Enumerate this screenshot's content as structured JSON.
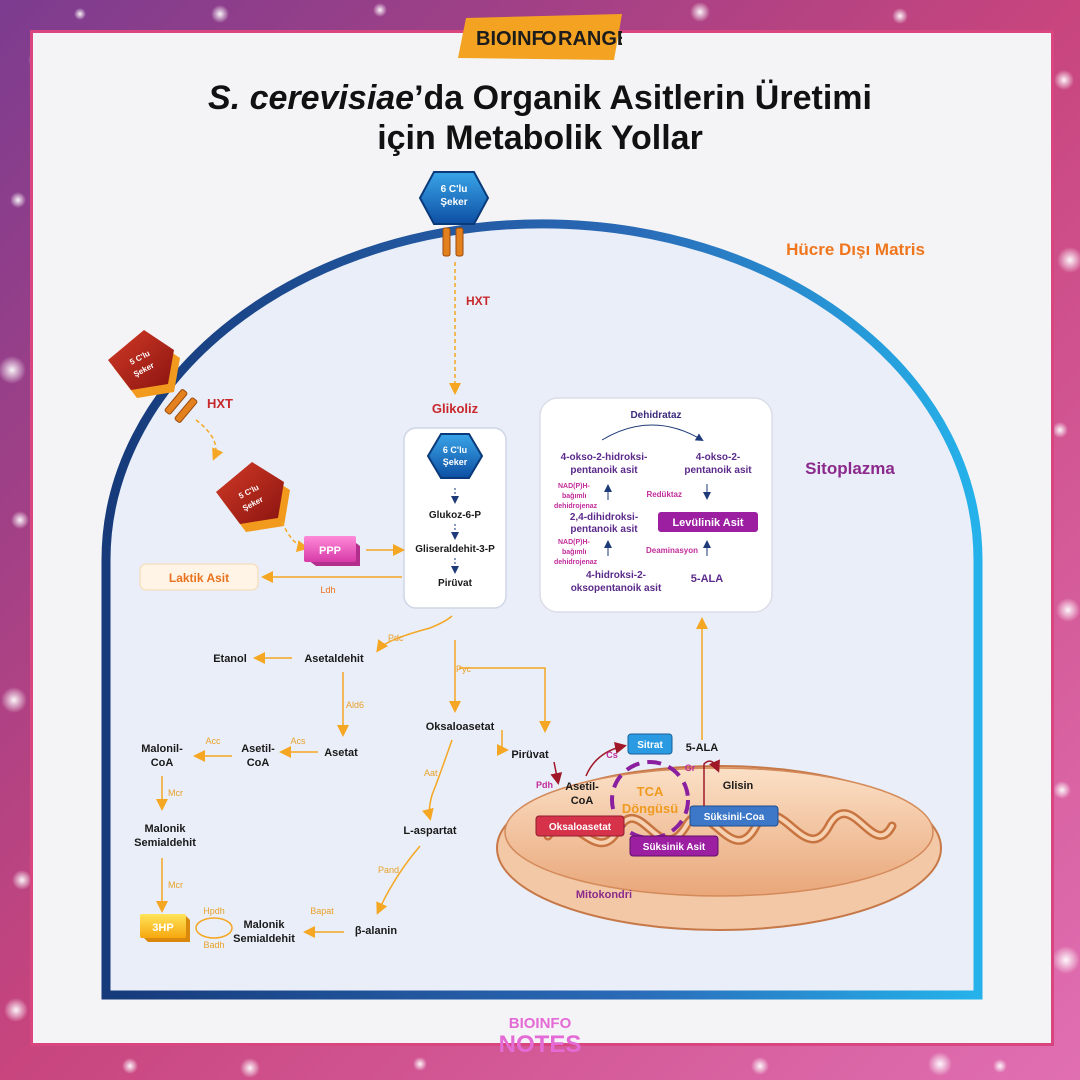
{
  "brand": {
    "top_logo_left": "BIOINF",
    "top_logo_mid": "O",
    "top_logo_right": "RANGE",
    "bottom_logo_line1": "BIOINFO",
    "bottom_logo_line2": "NOTES"
  },
  "title": {
    "italic": "S. cerevisiae",
    "rest_line1": "’da Organik Asitlerin Üretimi",
    "line2": "için Metabolik Yollar"
  },
  "regions": {
    "extracellular": "Hücre Dışı Matris",
    "cytoplasm": "Sitoplazma",
    "mitochondria": "Mitokondri",
    "glycolysis": "Glikoliz"
  },
  "sugars": {
    "six_c_line1": "6 C'lu",
    "six_c_line2": "Şeker",
    "five_c_line1": "5 C'lu",
    "five_c_line2": "Şeker"
  },
  "enzymes": {
    "hxt_top": "HXT",
    "hxt_left": "HXT",
    "ldh": "Ldh",
    "pdc": "Pdc",
    "pyc": "Pyc",
    "ald6": "Ald6",
    "acs": "Acs",
    "acc": "Acc",
    "mcr1": "Mcr",
    "mcr2": "Mcr",
    "aat": "Aat",
    "pand": "Pand",
    "bapat": "Bapat",
    "hpdh": "Hpdh",
    "badh": "Badh",
    "pdh": "Pdh",
    "cs": "Cs",
    "gr": "Gr",
    "dehidrataz": "Dehidrataz",
    "reduktaz": "Redüktaz",
    "deaminasyon": "Deaminasyon",
    "nadph1_l1": "NAD(P)H-",
    "nadph1_l2": "bağımlı",
    "nadph1_l3": "dehidrojenaz",
    "nadph2_l1": "NAD(P)H-",
    "nadph2_l2": "bağımlı",
    "nadph2_l3": "dehidrojenaz"
  },
  "glycolysis_steps": [
    "Glukoz-6-P",
    "Gliseraldehit-3-P",
    "Pirüvat"
  ],
  "ppp": "PPP",
  "laktik": "Laktik Asit",
  "metabolites": {
    "etanol": "Etanol",
    "asetaldehit": "Asetaldehit",
    "asetat": "Asetat",
    "asetil_coa_l1": "Asetil-",
    "asetil_coa_l2": "CoA",
    "malonil_coa_l1": "Malonil-",
    "malonil_coa_l2": "CoA",
    "malonik_l1": "Malonik",
    "malonik_l2": "Semialdehit",
    "malonik2_l1": "Malonik",
    "malonik2_l2": "Semialdehit",
    "hp3": "3HP",
    "oksaloasetat": "Oksaloasetat",
    "l_aspartat": "L-aspartat",
    "b_alanin": "β-alanin",
    "piruvat_mito": "Pirüvat",
    "asetil_mito_l1": "Asetil-",
    "asetil_mito_l2": "CoA",
    "ala5_mito": "5-ALA",
    "glisin": "Glisin"
  },
  "tca": {
    "label_l1": "TCA",
    "label_l2": "Döngüsü",
    "sitrat": "Sitrat",
    "oksaloasetat": "Oksaloasetat",
    "suksinil": "Süksinil-Coa",
    "suksinik": "Süksinik Asit"
  },
  "levulinic_box": {
    "okso_hidroksi_l1": "4-okso-2-hidroksi-",
    "okso_hidroksi_l2": "pentanoik asit",
    "okso_l1": "4-okso-2-",
    "okso_l2": "pentanoik asit",
    "dihidroksi_l1": "2,4-dihidroksi-",
    "dihidroksi_l2": "pentanoik asit",
    "levulinik": "Levülinik Asit",
    "hidroksi_l1": "4-hidroksi-2-",
    "hidroksi_l2": "oksopentanoik asit",
    "ala5": "5-ALA"
  }
}
